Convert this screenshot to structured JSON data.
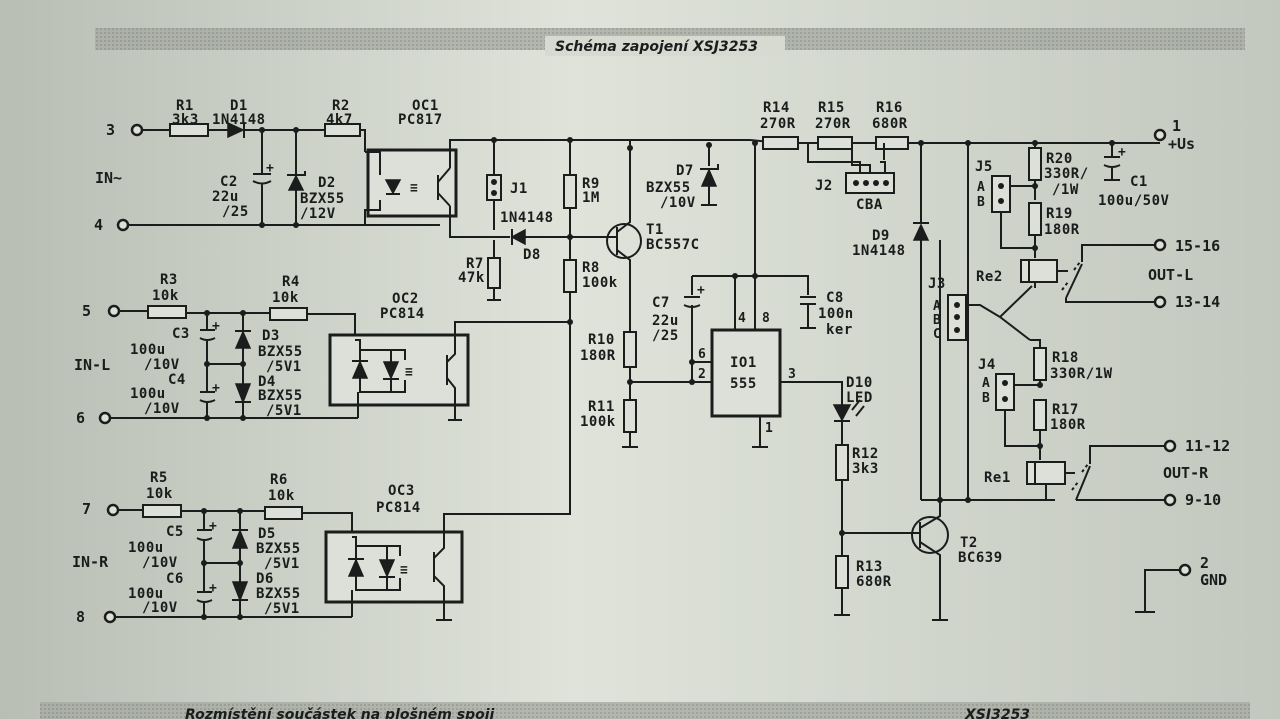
{
  "header": {
    "title": "Schéma zapojení XSJ3253",
    "footer_left": "Rozmístění součástek na plošném spoji",
    "footer_right": "XSJ3253"
  },
  "terminals": {
    "t3": "3",
    "t4": "4",
    "t5": "5",
    "t6": "6",
    "t7": "7",
    "t8": "8",
    "t1": "1",
    "t1_name": "+Us",
    "t15_16": "15-16",
    "t13_14": "13-14",
    "t11_12": "11-12",
    "t9_10": "9-10",
    "t2": "2",
    "t2_name": "GND"
  },
  "signals": {
    "in_ac": "IN~",
    "in_l": "IN-L",
    "in_r": "IN-R",
    "out_l": "OUT-L",
    "out_r": "OUT-R"
  },
  "components": {
    "R1": {
      "ref": "R1",
      "val": "3k3"
    },
    "D1": {
      "ref": "D1",
      "val": "1N4148"
    },
    "R2": {
      "ref": "R2",
      "val": "4k7"
    },
    "OC1": {
      "ref": "OC1",
      "val": "PC817"
    },
    "C2": {
      "ref": "C2",
      "val1": "22u",
      "val2": "/25"
    },
    "D2": {
      "ref": "D2",
      "val1": "BZX55",
      "val2": "/12V"
    },
    "J1": {
      "ref": "J1"
    },
    "R9": {
      "ref": "R9",
      "val": "1M"
    },
    "D8": {
      "ref": "D8",
      "val": "1N4148"
    },
    "R7": {
      "ref": "R7",
      "val": "47k"
    },
    "T1": {
      "ref": "T1",
      "val": "BC557C"
    },
    "R8": {
      "ref": "R8",
      "val": "100k"
    },
    "D7": {
      "ref": "D7",
      "val1": "BZX55",
      "val2": "/10V"
    },
    "R14": {
      "ref": "R14",
      "val": "270R"
    },
    "R15": {
      "ref": "R15",
      "val": "270R"
    },
    "R16": {
      "ref": "R16",
      "val": "680R"
    },
    "J2": {
      "ref": "J2",
      "val": "CBA"
    },
    "D9": {
      "ref": "D9",
      "val": "1N4148"
    },
    "R20": {
      "ref": "R20",
      "val1": "330R/",
      "val2": "/1W"
    },
    "R19": {
      "ref": "R19",
      "val": "180R"
    },
    "C1": {
      "ref": "C1",
      "val": "100u/50V"
    },
    "J5": {
      "ref": "J5",
      "a": "A",
      "b": "B"
    },
    "Re2": {
      "ref": "Re2"
    },
    "R3": {
      "ref": "R3",
      "val": "10k"
    },
    "R4": {
      "ref": "R4",
      "val": "10k"
    },
    "OC2": {
      "ref": "OC2",
      "val": "PC814"
    },
    "C3": {
      "ref": "C3",
      "val1": "100u",
      "val2": "/10V"
    },
    "C4": {
      "ref": "C4",
      "val1": "100u",
      "val2": "/10V"
    },
    "D3": {
      "ref": "D3",
      "val1": "BZX55",
      "val2": "/5V1"
    },
    "D4": {
      "ref": "D4",
      "val1": "BZX55",
      "val2": "/5V1"
    },
    "C7": {
      "ref": "C7",
      "val1": "22u",
      "val2": "/25"
    },
    "C8": {
      "ref": "C8",
      "val1": "100n",
      "val2": "ker"
    },
    "IO1": {
      "ref": "IO1",
      "val": "555",
      "p4": "4",
      "p8": "8",
      "p6": "6",
      "p2": "2",
      "p3": "3",
      "p1": "1"
    },
    "R10": {
      "ref": "R10",
      "val": "180R"
    },
    "R11": {
      "ref": "R11",
      "val": "100k"
    },
    "D10": {
      "ref": "D10",
      "val": "LED"
    },
    "R12": {
      "ref": "R12",
      "val": "3k3"
    },
    "J3": {
      "ref": "J3",
      "a": "A",
      "b": "B",
      "c": "C"
    },
    "R18": {
      "ref": "R18",
      "val": "330R/1W"
    },
    "J4": {
      "ref": "J4",
      "a": "A",
      "b": "B"
    },
    "R17": {
      "ref": "R17",
      "val": "180R"
    },
    "Re1": {
      "ref": "Re1"
    },
    "R5": {
      "ref": "R5",
      "val": "10k"
    },
    "R6": {
      "ref": "R6",
      "val": "10k"
    },
    "OC3": {
      "ref": "OC3",
      "val": "PC814"
    },
    "C5": {
      "ref": "C5",
      "val1": "100u",
      "val2": "/10V"
    },
    "C6": {
      "ref": "C6",
      "val1": "100u",
      "val2": "/10V"
    },
    "D5": {
      "ref": "D5",
      "val1": "BZX55",
      "val2": "/5V1"
    },
    "D6": {
      "ref": "D6",
      "val1": "BZX55",
      "val2": "/5V1"
    },
    "R13": {
      "ref": "R13",
      "val": "680R"
    },
    "T2": {
      "ref": "T2",
      "val": "BC639"
    }
  },
  "colors": {
    "paper": "#c9cec5",
    "ink": "#1a1d1c",
    "banner": "#9a9e97"
  }
}
